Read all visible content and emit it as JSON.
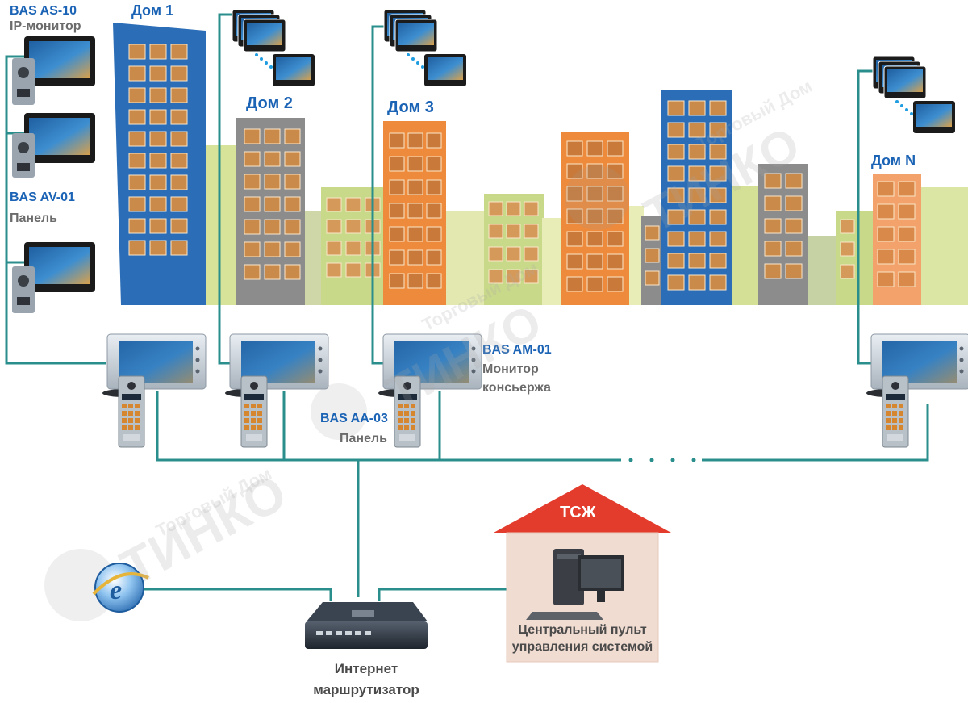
{
  "houses": {
    "house1": "Дом 1",
    "house2": "Дом 2",
    "house3": "Дом 3",
    "houseN": "Дом N"
  },
  "devices": {
    "ip_monitor_model": "BAS AS-10",
    "ip_monitor_desc": "IP-монитор",
    "panel_model": "BAS AV-01",
    "panel_desc": "Панель",
    "concierge_model": "BAS AM-01",
    "concierge_desc_line1": "Монитор",
    "concierge_desc_line2": "консьержа",
    "entry_panel_model": "BAS AA-03",
    "entry_panel_desc": "Панель"
  },
  "hoa": {
    "label": "ТСЖ",
    "console_line1": "Центральный пульт",
    "console_line2": "управления системой"
  },
  "router": {
    "line1": "Интернет",
    "line2": "маршрутизатор"
  },
  "watermark": {
    "brand": "ТИНКО",
    "tagline": "Торговый Дом"
  },
  "colors": {
    "line": "#2a8f8c",
    "blue_building": "#2b6db7",
    "orange_building": "#ee8a3c",
    "grey_building": "#8c8c8c",
    "green_building": "#c9d98a",
    "window": "#c98a4a",
    "roof": "#e33b2c",
    "label_blue": "#1b63b5"
  }
}
